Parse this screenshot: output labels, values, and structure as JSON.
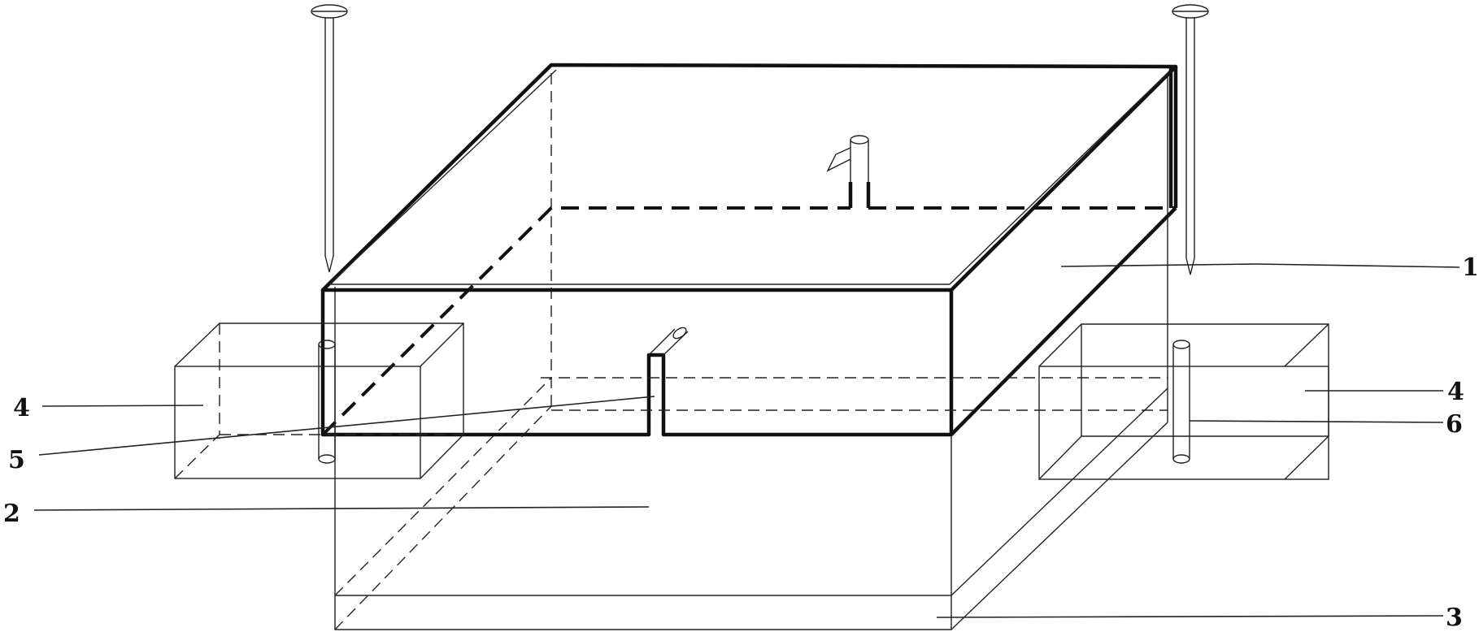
{
  "labels": {
    "part1": "1",
    "part2": "2",
    "part3": "3",
    "part4_left": "4",
    "part4_right": "4",
    "part5": "5",
    "part6": "6"
  },
  "colors": {
    "line": "#111111",
    "background": "#ffffff"
  }
}
